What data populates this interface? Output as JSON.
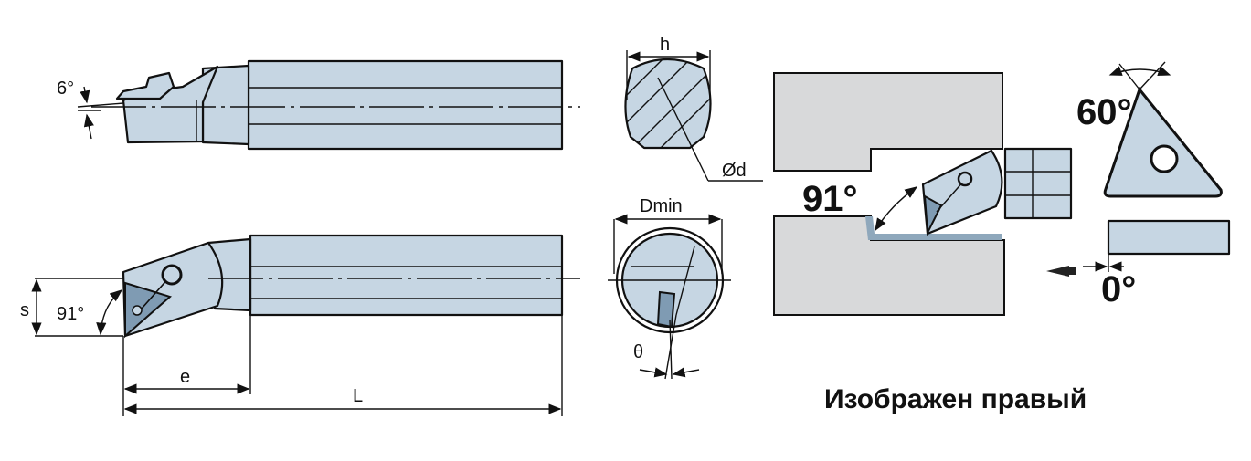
{
  "labels": {
    "angle_top": "6°",
    "s": "s",
    "angle_side": "91°",
    "e": "e",
    "L": "L",
    "h": "h",
    "d": "Ød",
    "dmin": "Dmin",
    "theta": "θ",
    "approach_angle": "91°",
    "insert_angle": "60°",
    "clearance_angle": "0°",
    "caption": "Изображен правый"
  },
  "colors": {
    "tool": "#c6d6e3",
    "insert": "#7f9bb3",
    "workpiece": "#d8d9da",
    "cut": "#8fa8bc"
  }
}
